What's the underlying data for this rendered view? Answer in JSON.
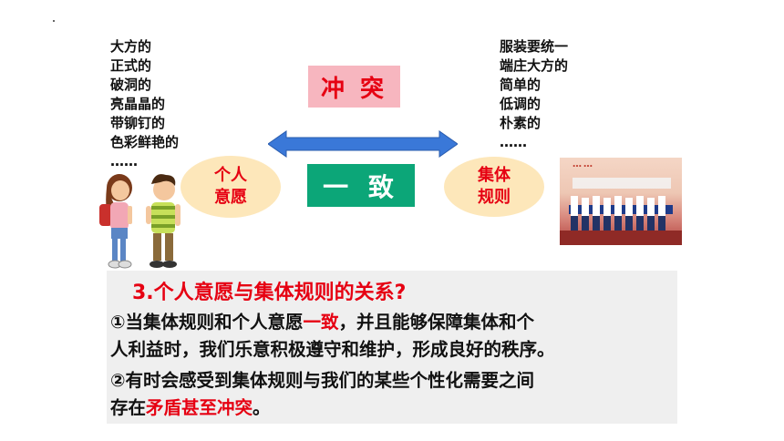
{
  "left_list": [
    "大方的",
    "正式的",
    "破洞的",
    "亮晶晶的",
    "带铆钉的",
    "色彩鲜艳的",
    "……"
  ],
  "right_list": [
    "服装要统一",
    "端庄大方的",
    "简单的",
    "低调的",
    "朴素的",
    "……"
  ],
  "conflict_label": "冲 突",
  "consistent_label": "一 致",
  "personal_wish": {
    "line1": "个人",
    "line2": "意愿"
  },
  "collective_rules": {
    "line1": "集体",
    "line2": "规则"
  },
  "photo_banner": "……",
  "question": "3.个人意愿与集体规则的关系?",
  "point1": {
    "a": "①当集体规则和个人意愿",
    "highlight": "一致",
    "b": "，并且能够保障集体和个",
    "line2": "人利益时，我们乐意积极遵守和维护，形成良好的秩序。"
  },
  "point2": {
    "line1": "②有时会感受到集体规则与我们的某些个性化需要之间",
    "a": "存在",
    "highlight": "矛盾甚至冲突",
    "b": "。"
  },
  "colors": {
    "red": "#e60012",
    "pink_box": "#f7b6bf",
    "green_box": "#0ca678",
    "oval_fill": "#fde7ba",
    "arrow_blue": "#3a78d8",
    "panel_gray": "#efefef"
  }
}
